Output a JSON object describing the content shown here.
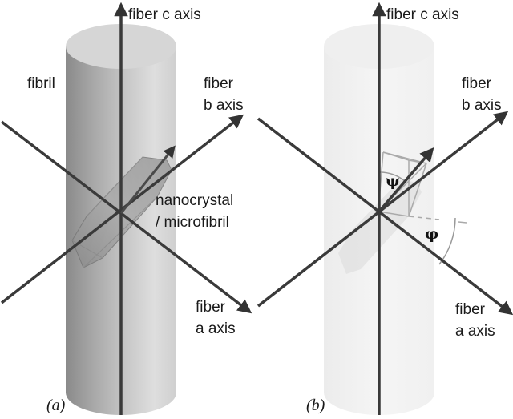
{
  "panel_a": {
    "label": "(a)",
    "c_axis": "fiber c axis",
    "b_axis_line1": "fiber",
    "b_axis_line2": "b axis",
    "a_axis_line1": "fiber",
    "a_axis_line2": "a axis",
    "fibril": "fibril",
    "nanocrystal_line1": "nanocrystal",
    "nanocrystal_line2": "/ microfibril"
  },
  "panel_b": {
    "label": "(b)",
    "c_axis": "fiber c axis",
    "b_axis_line1": "fiber",
    "b_axis_line2": "b axis",
    "a_axis_line1": "fiber",
    "a_axis_line2": "a axis",
    "psi": "ψ",
    "phi": "φ"
  },
  "colors": {
    "axis": "#3a3a3a",
    "cylinder_dark": "#7d7d7d",
    "cylinder_light": "#e6e6e6",
    "cylinder_top": "#d4d4d4",
    "cylinder_faded": "#f6f6f6"
  }
}
